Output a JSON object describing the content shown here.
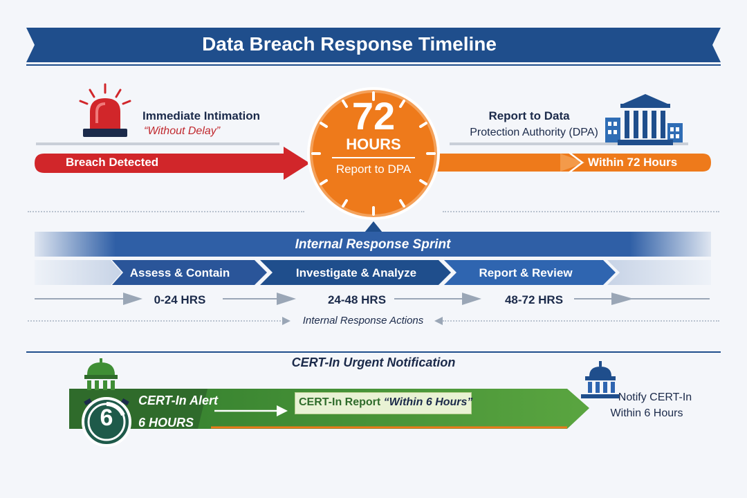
{
  "title": "Data Breach Response Timeline",
  "top": {
    "left_heading": "Immediate Intimation",
    "left_quote": "“Without Delay”",
    "left_arrow_label": "Breach Detected",
    "clock_number": "72",
    "clock_unit": "HOURS",
    "clock_caption": "Report to DPA",
    "right_heading_line1": "Report to Data",
    "right_heading_line2": "Protection Authority (DPA)",
    "right_arrow_label": "Within 72 Hours"
  },
  "sprint": {
    "title": "Internal Response Sprint",
    "phases": [
      "Assess & Contain",
      "Investigate & Analyze",
      "Report & Review"
    ],
    "ranges": [
      "0-24 HRS",
      "24-48 HRS",
      "48-72 HRS"
    ],
    "actions_label": "Internal Response Actions"
  },
  "cert": {
    "title": "CERT-In Urgent Notification",
    "timer_number": "6",
    "alert_line1": "CERT-In Alert",
    "alert_line2": "6 HOURS",
    "report_prefix": "CERT-In Report ",
    "report_quote": "“Within 6 Hours”",
    "notify_line1": "Notify CERT-In",
    "notify_line2": "Within 6 Hours"
  },
  "colors": {
    "navy": "#1f4e8c",
    "red": "#d1262a",
    "orange": "#ee7a1b",
    "green": "#3f8e35"
  }
}
